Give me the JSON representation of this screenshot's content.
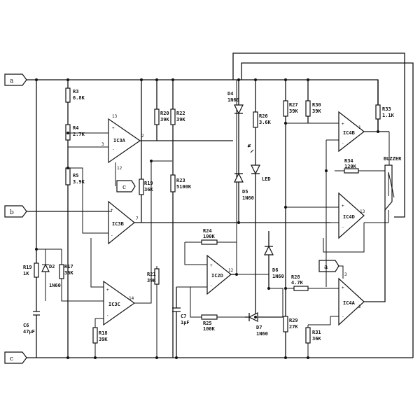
{
  "terminals": {
    "a": "a",
    "b": "b",
    "c": "c",
    "a2": "a",
    "c2": "c"
  },
  "opamps": {
    "ic3a": {
      "name": "IC3A",
      "pin_plus": "+",
      "pin_minus": "-",
      "pin_in1": "13",
      "pin_in2": "3",
      "pin_out": "2",
      "pin_vs": "12"
    },
    "ic3b": {
      "name": "IC3B",
      "pin_plus": "+",
      "pin_minus": "-",
      "pin_out": "7"
    },
    "ic3c": {
      "name": "IC3C",
      "pin_plus": "+",
      "pin_minus": "-",
      "pin_out": "14"
    },
    "ic2d": {
      "name": "IC2D",
      "pin_plus": "+",
      "pin_minus": "-",
      "pin_out": "12"
    },
    "ic4b": {
      "name": "IC4B",
      "pin_plus": "+",
      "pin_minus": "-",
      "pin_out": "1"
    },
    "ic4d": {
      "name": "IC4D",
      "pin_plus": "+",
      "pin_minus": "-",
      "pin_out": "13"
    },
    "ic4a": {
      "name": "IC4A",
      "pin_plus": "+",
      "pin_minus": "-",
      "pin_in": "3",
      "pin_out": "2"
    }
  },
  "resistors": {
    "r3": {
      "ref": "R3",
      "val": "6.8K"
    },
    "r4": {
      "ref": "R4",
      "val": "2.7K"
    },
    "r5": {
      "ref": "R5",
      "val": "3.9K"
    },
    "r19": {
      "ref": "R19",
      "val": "1K"
    },
    "r17": {
      "ref": "R17",
      "val": "36K"
    },
    "r18": {
      "ref": "R18",
      "val": "39K"
    },
    "r19b": {
      "ref": "R19",
      "val": "36K"
    },
    "r20": {
      "ref": "R20",
      "val": "39K"
    },
    "r22": {
      "ref": "R22",
      "val": "39K"
    },
    "r23": {
      "ref": "R23",
      "val": "5100K"
    },
    "r21": {
      "ref": "R21",
      "val": "39K"
    },
    "r24": {
      "ref": "R24",
      "val": "100K"
    },
    "r25": {
      "ref": "R25",
      "val": "100K"
    },
    "r26": {
      "ref": "R26",
      "val": "3.6K"
    },
    "r27": {
      "ref": "R27",
      "val": "39K"
    },
    "r28": {
      "ref": "R28",
      "val": "4.7K"
    },
    "r29": {
      "ref": "R29",
      "val": "27K"
    },
    "r30": {
      "ref": "R30",
      "val": "39K"
    },
    "r31": {
      "ref": "R31",
      "val": "36K"
    },
    "r33": {
      "ref": "R33",
      "val": "1.1K"
    },
    "r34": {
      "ref": "R34",
      "val": "120K"
    }
  },
  "diodes": {
    "d2": {
      "ref": "D2",
      "val": "1N60"
    },
    "d4": {
      "ref": "D4",
      "val": "1N60"
    },
    "d5": {
      "ref": "D5",
      "val": "1N60"
    },
    "d6": {
      "ref": "D6",
      "val": "1N60"
    },
    "d7": {
      "ref": "D7",
      "val": "1N60"
    }
  },
  "capacitors": {
    "c6": {
      "ref": "C6",
      "val": "47μF"
    },
    "c7": {
      "ref": "C7",
      "val": "1μF"
    }
  },
  "led": {
    "label": "LED"
  },
  "buzzer": {
    "label": "BUZZER"
  }
}
